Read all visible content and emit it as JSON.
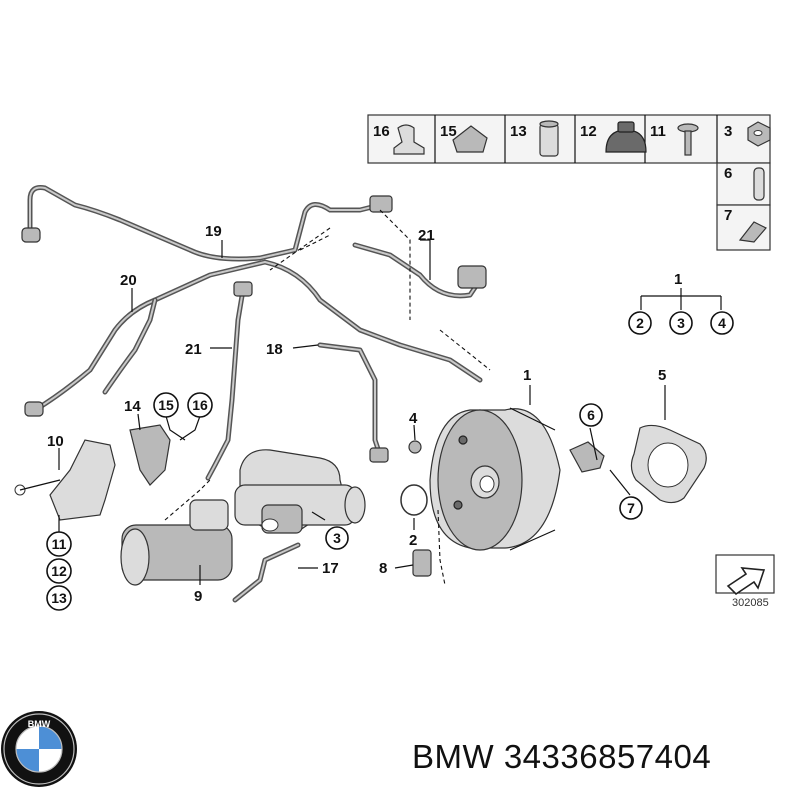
{
  "callouts": {
    "n1": "1",
    "n2": "2",
    "n3": "3",
    "n4": "4",
    "n5": "5",
    "n6": "6",
    "n7": "7",
    "n8": "8",
    "n9": "9",
    "n10": "10",
    "n11": "11",
    "n12": "12",
    "n13": "13",
    "n14": "14",
    "n15": "15",
    "n16": "16",
    "n17": "17",
    "n18": "18",
    "n19": "19",
    "n20": "20",
    "n21": "21"
  },
  "diagram_code": "302085",
  "footer": {
    "brand_text": "BMW",
    "part_number": "34336857404",
    "logo_letters": "BMW"
  },
  "colors": {
    "logo_blue": "#4d8fd6",
    "logo_ring": "#111111"
  }
}
